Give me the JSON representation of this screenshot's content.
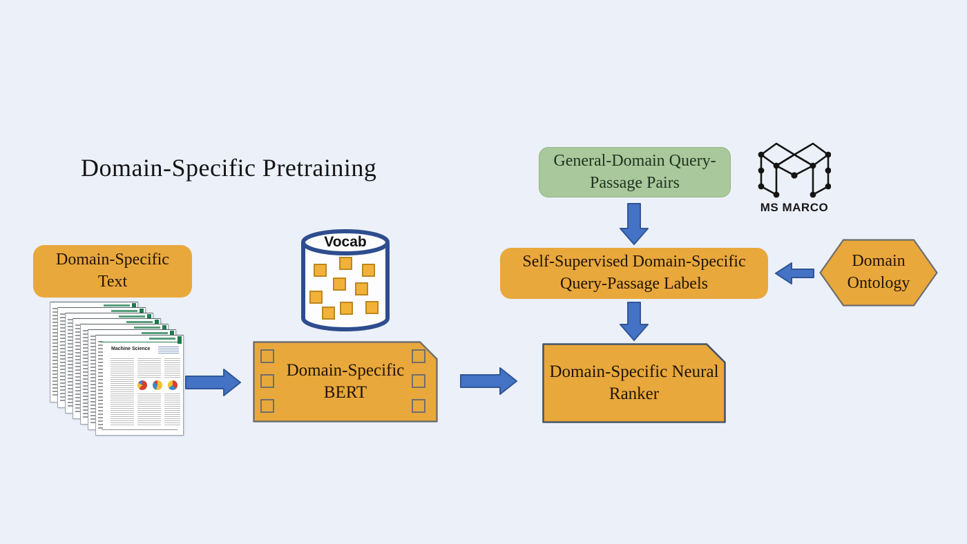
{
  "title": "Domain-Specific Pretraining",
  "colors": {
    "bg": "#ECF0F9",
    "orange": "#E9A83C",
    "orange_border": "#6E6E6E",
    "ranker_border": "#44546A",
    "green_fill": "#A9C89B",
    "green_border": "#93B486",
    "green_text": "#1F3320",
    "arrow_fill": "#4472C4",
    "arrow_stroke": "#2F5597",
    "navy": "#2E4D8E",
    "sq_fill": "#F2B23A",
    "sq_stroke": "#BD861C",
    "tab_green": "#1E7B4F",
    "ink": "#211507"
  },
  "nodes": {
    "domain_text": {
      "label": "Domain-Specific Text"
    },
    "vocab": {
      "label": "Vocab"
    },
    "bert": {
      "label": "Domain-Specific BERT"
    },
    "general_pairs": {
      "label": "General-Domain Query-Passage Pairs"
    },
    "ms_marco": {
      "label": "MS MARCO"
    },
    "self_supervised": {
      "label": "Self-Supervised Domain-Specific Query-Passage Labels"
    },
    "ontology": {
      "label": "Domain Ontology"
    },
    "ranker": {
      "label": "Domain-Specific Neural Ranker"
    }
  },
  "papers": {
    "count": 7,
    "front_title": "Machine Science"
  },
  "vocab_square_count": 9,
  "bert_square_count": 6
}
